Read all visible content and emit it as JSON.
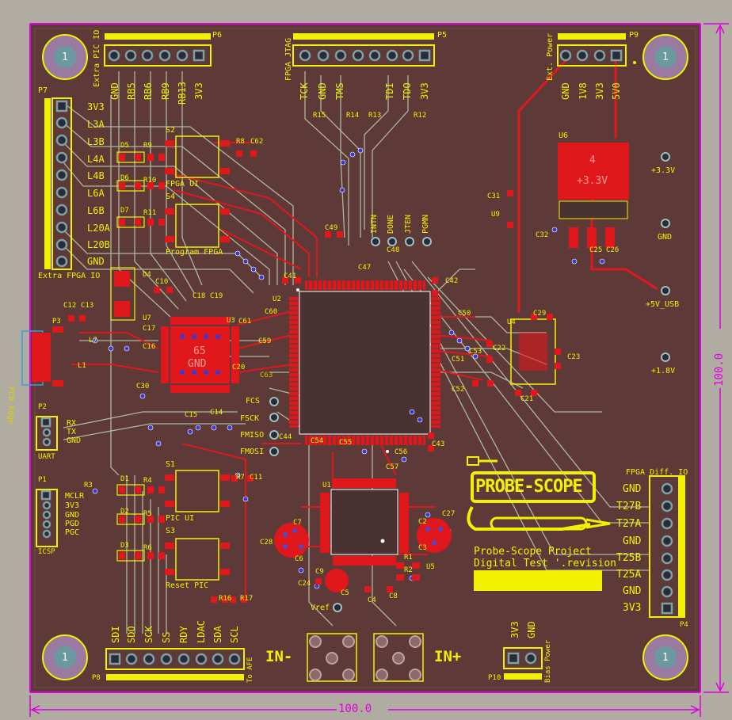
{
  "board": {
    "project_line1": "Probe-Scope Project",
    "project_line2": "Digital Test '.revision",
    "logo_text": "PROBE-SCOPE",
    "pcb_edge_label": "PCB Edge",
    "width_dim": "100.0",
    "height_dim": "100.0",
    "colors": {
      "board": "#5d3a38",
      "silk": "#f2f200",
      "copper": "#e0181c",
      "outline": "#e000e0",
      "trace": "#b8c4a8"
    }
  },
  "mount_holes": {
    "label": "1"
  },
  "p6": {
    "ref": "P6",
    "title": "Extra PIC IO",
    "pins": [
      "GND",
      "RB5",
      "RB6",
      "RB9",
      "RB13",
      "3V3"
    ]
  },
  "p5": {
    "ref": "P5",
    "title": "FPGA JTAG",
    "pins": [
      "TCK",
      "GND",
      "TMS",
      "TDI",
      "TDO",
      "3V3"
    ]
  },
  "p9": {
    "ref": "P9",
    "title": "Ext. Power",
    "pins": [
      "GND",
      "1V8",
      "3V3",
      "5V0"
    ]
  },
  "p7": {
    "ref": "P7",
    "title": "Extra FPGA IO",
    "pins": [
      "3V3",
      "L3A",
      "L3B",
      "L4A",
      "L4B",
      "L6A",
      "L6B",
      "L20A",
      "L20B",
      "GND"
    ]
  },
  "p4": {
    "ref": "P4",
    "title": "FPGA Diff. IO",
    "pins": [
      "GND",
      "T27B",
      "T27A",
      "GND",
      "T25B",
      "T25A",
      "GND",
      "3V3"
    ]
  },
  "p2": {
    "ref": "P2",
    "title": "UART",
    "pins": [
      "RX",
      "TX",
      "GND"
    ]
  },
  "p1": {
    "ref": "P1",
    "title": "ICSP",
    "pins": [
      "MCLR",
      "3V3",
      "GND",
      "PGD",
      "PGC"
    ]
  },
  "p8": {
    "ref": "P8",
    "title": "To AFE",
    "pins": [
      "SDI",
      "SDO",
      "SCK",
      "SS",
      "RDY",
      "LDAC",
      "SDA",
      "SCL"
    ]
  },
  "p10": {
    "ref": "P10",
    "title": "Bias Power",
    "pins": [
      "3V3",
      "GND"
    ]
  },
  "p3": {
    "ref": "P3"
  },
  "switches": {
    "s2": {
      "ref": "S2",
      "label": "FPGA UI"
    },
    "s4": {
      "ref": "S4",
      "label": "Program FPGA"
    },
    "s1": {
      "ref": "S1",
      "label": "PIC UI"
    },
    "s3": {
      "ref": "S3",
      "label": "Reset PIC"
    }
  },
  "test_points": {
    "jtag_res": [
      "R15",
      "R14",
      "R13",
      "R12"
    ],
    "status": [
      "INTN",
      "DONE",
      "JTEN",
      "PGMN"
    ],
    "power": [
      "+3.3V",
      "GND",
      "+5V_USB",
      "+1.8V"
    ],
    "spi": [
      "FSCK",
      "FMISO",
      "FMOSI"
    ],
    "fcs": "FCS",
    "vref": "Vref"
  },
  "inputs": {
    "in_minus": "IN-",
    "in_plus": "IN+"
  },
  "u6": {
    "ref": "U6",
    "label": "+3.3V",
    "pad": "4"
  },
  "u3": {
    "pad": "65",
    "net": "GND"
  },
  "refdes": {
    "leds": [
      "D5",
      "D6",
      "D7",
      "D4",
      "D1",
      "D2",
      "D3"
    ],
    "resistors": [
      "R9",
      "R10",
      "R11",
      "R8",
      "R4",
      "R5",
      "R6",
      "R3",
      "R7",
      "R16",
      "R17",
      "R1",
      "R2"
    ],
    "caps": [
      "C62",
      "C31",
      "C32",
      "C49",
      "C48",
      "C47",
      "C41",
      "C42",
      "C10",
      "C12",
      "C13",
      "C18",
      "C19",
      "C17",
      "C16",
      "C60",
      "C61",
      "C59",
      "C20",
      "C30",
      "C14",
      "C15",
      "C29",
      "C50",
      "C53",
      "C22",
      "C23",
      "C51",
      "C52",
      "C21",
      "C25",
      "C26",
      "C43",
      "C44",
      "C54",
      "C55",
      "C56",
      "C57",
      "C27",
      "C28",
      "C2",
      "C3",
      "C7",
      "C6",
      "C24",
      "C9",
      "C5",
      "C4",
      "C8",
      "C11",
      "C63"
    ],
    "ics": [
      "U2",
      "U4",
      "U9",
      "U7",
      "U3",
      "U1",
      "U5",
      "L1",
      "L7"
    ]
  }
}
